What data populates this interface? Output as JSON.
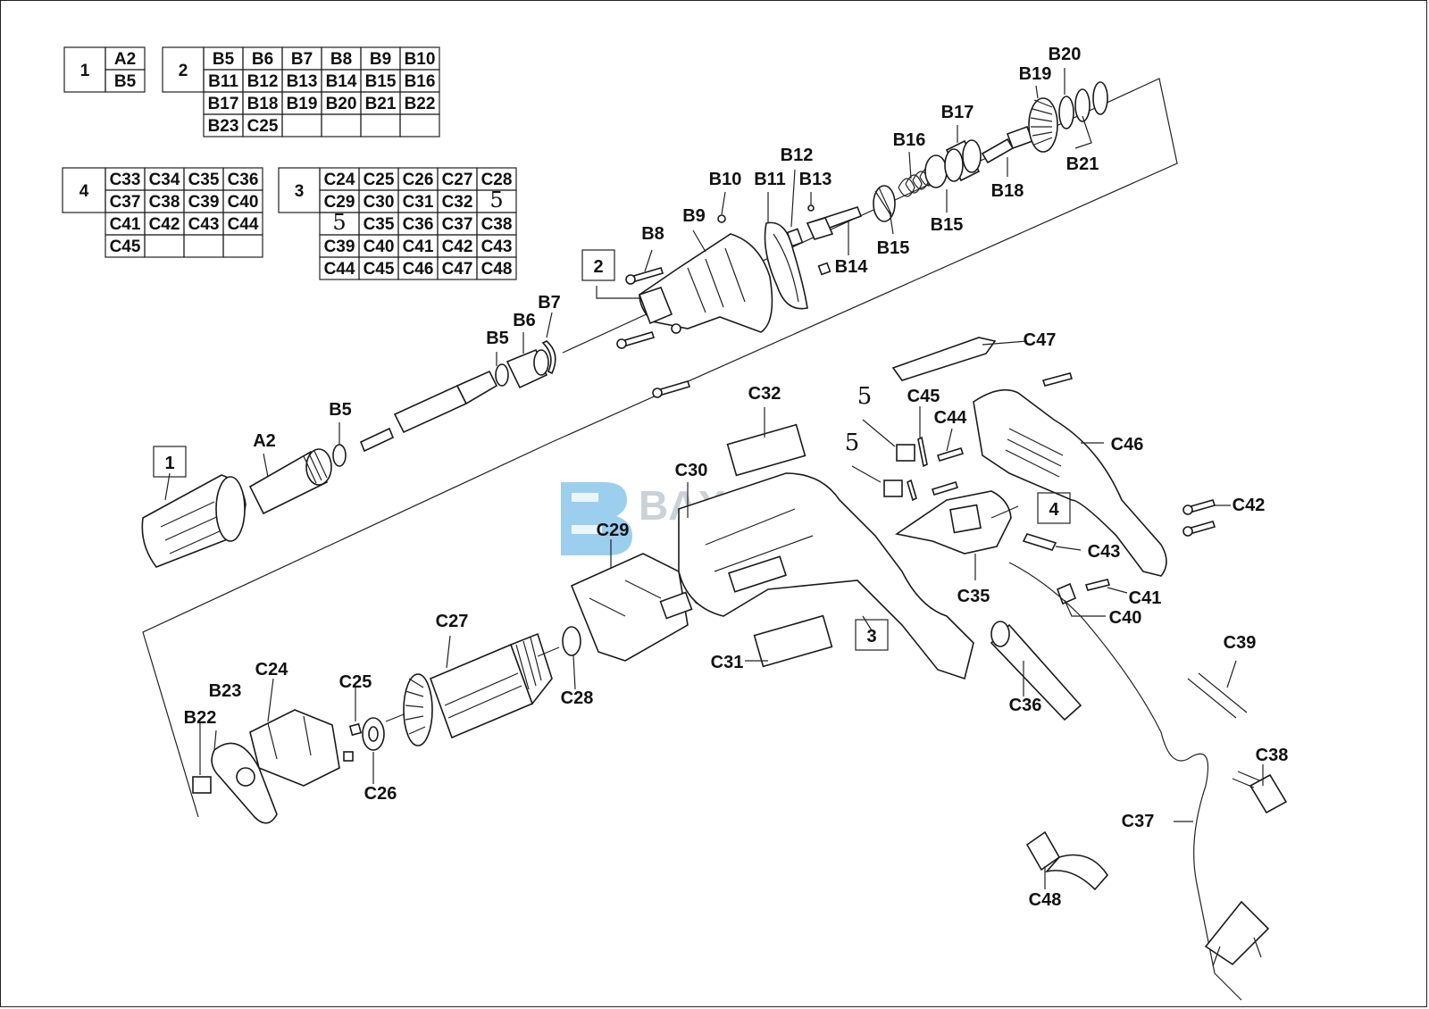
{
  "kit_tables": [
    {
      "id": "1",
      "rows": [
        [
          "A2"
        ],
        [
          "B5"
        ]
      ]
    },
    {
      "id": "2",
      "rows": [
        [
          "B5",
          "B6",
          "B7",
          "B8",
          "B9",
          "B10"
        ],
        [
          "B11",
          "B12",
          "B13",
          "B14",
          "B15",
          "B16"
        ],
        [
          "B17",
          "B18",
          "B19",
          "B20",
          "B21",
          "B22"
        ],
        [
          "B23",
          "C25",
          "",
          "",
          "",
          ""
        ]
      ]
    },
    {
      "id": "4",
      "rows": [
        [
          "C33",
          "C34",
          "C35",
          "C36"
        ],
        [
          "C37",
          "C38",
          "C39",
          "C40"
        ],
        [
          "C41",
          "C42",
          "C43",
          "C44"
        ],
        [
          "C45",
          "",
          "",
          ""
        ]
      ]
    },
    {
      "id": "3",
      "rows": [
        [
          "C24",
          "C25",
          "C26",
          "C27",
          "C28"
        ],
        [
          "C29",
          "C30",
          "C31",
          "C32",
          "5"
        ],
        [
          "5",
          "C35",
          "C36",
          "C37",
          "C38"
        ],
        [
          "C39",
          "C40",
          "C41",
          "C42",
          "C43"
        ],
        [
          "C44",
          "C45",
          "C46",
          "C47",
          "C48"
        ]
      ]
    }
  ],
  "group_boxes": [
    "1",
    "2",
    "3",
    "4"
  ],
  "part_labels": [
    "A2",
    "B5",
    "B5",
    "B6",
    "B7",
    "B8",
    "B9",
    "B10",
    "B11",
    "B12",
    "B13",
    "B14",
    "B15",
    "B15",
    "B16",
    "B17",
    "B18",
    "B19",
    "B20",
    "B21",
    "B22",
    "B23",
    "C24",
    "C25",
    "C26",
    "C27",
    "C28",
    "C29",
    "C30",
    "C31",
    "C32",
    "C35",
    "C36",
    "C37",
    "C38",
    "C39",
    "C40",
    "C41",
    "C42",
    "C43",
    "C44",
    "C45",
    "C46",
    "C47",
    "C48",
    "5",
    "5"
  ],
  "watermark": "BAXCEL",
  "colors": {
    "line": "#1a1a1a",
    "watermark_logo": "#4aa8e0",
    "watermark_text": "#b9c4cc"
  }
}
